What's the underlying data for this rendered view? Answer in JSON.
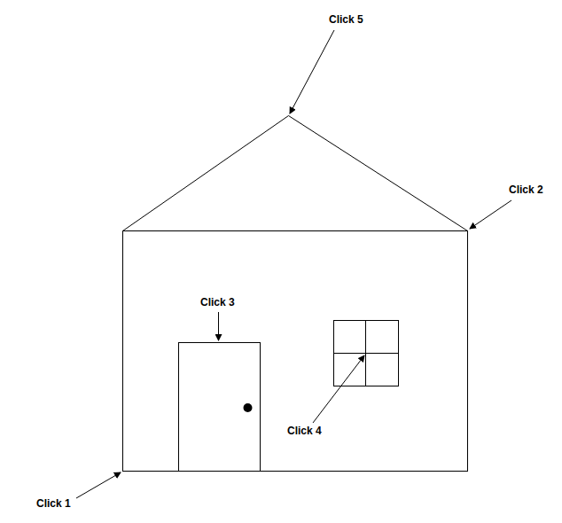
{
  "diagram": {
    "labels": [
      "Click 5",
      "Click 2",
      "Click 3",
      "Click 4",
      "Click 1"
    ]
  }
}
